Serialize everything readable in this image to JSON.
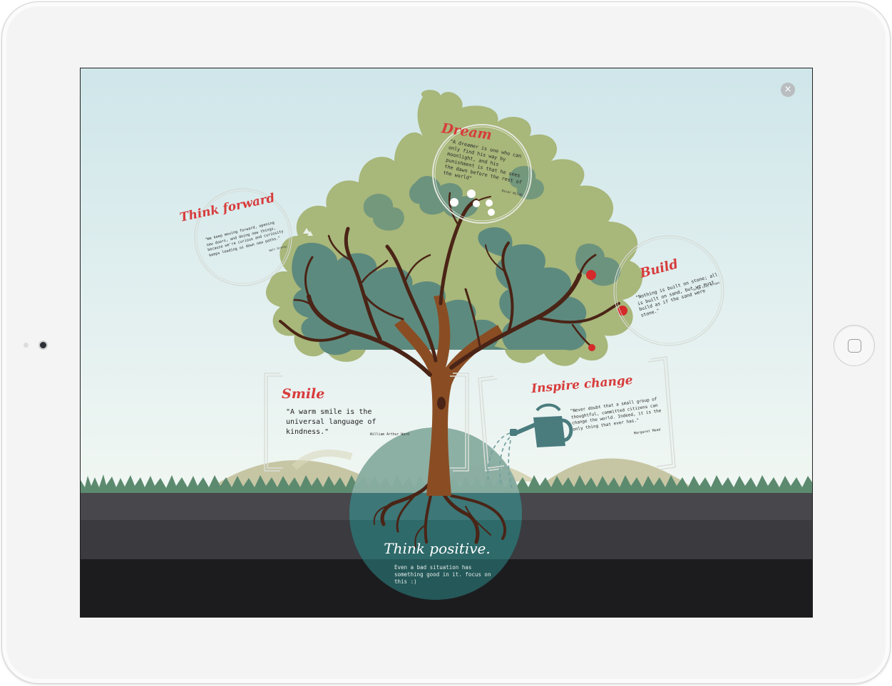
{
  "window": {
    "close_label": "×"
  },
  "sections": {
    "dream": {
      "title": "Dream",
      "quote": "\"A dreamer is one who can only find his way by moonlight, and his punishment is that he sees the dawn before the rest of the world\"",
      "author": "Oscar Wilde"
    },
    "think_forward": {
      "title": "Think forward",
      "quote": "\"We keep moving forward, opening new doors, and doing new things, because we're curious and curiosity keeps leading us down new paths.\"",
      "author": "Walt Disney"
    },
    "build": {
      "title": "Build",
      "quote": "\"Nothing is built on stone; all is built on sand, but we must build as if the sand were stone.\"",
      "author": "Jorge Luis Borges"
    },
    "smile": {
      "title": "Smile",
      "quote": "\"A warm smile is the universal language of kindness.\"",
      "author": "William Arthur Ward"
    },
    "inspire_change": {
      "title": "Inspire change",
      "quote": "\"Never doubt that a small group of thoughtful, committed citizens can change the world. Indeed, it is the only thing that ever has.\"",
      "author": "Margaret Mead"
    },
    "think_positive": {
      "title": "Think positive.",
      "text": "Even a bad situation has something good in it. focus on this :)"
    }
  },
  "colors": {
    "sky_top": "#cfe6ea",
    "sky_bottom": "#eef6f3",
    "foliage_light": "#a8b77a",
    "foliage_dark": "#5d8a7e",
    "trunk": "#8a4d23",
    "branches": "#4a2416",
    "accent_red": "#d83b3b",
    "hills": "#c7c6a4",
    "grass": "#5c8a6f",
    "ground_dark": "#2d2d31",
    "root_circle": "#2f6e6e",
    "apple": "#d42a2a"
  }
}
